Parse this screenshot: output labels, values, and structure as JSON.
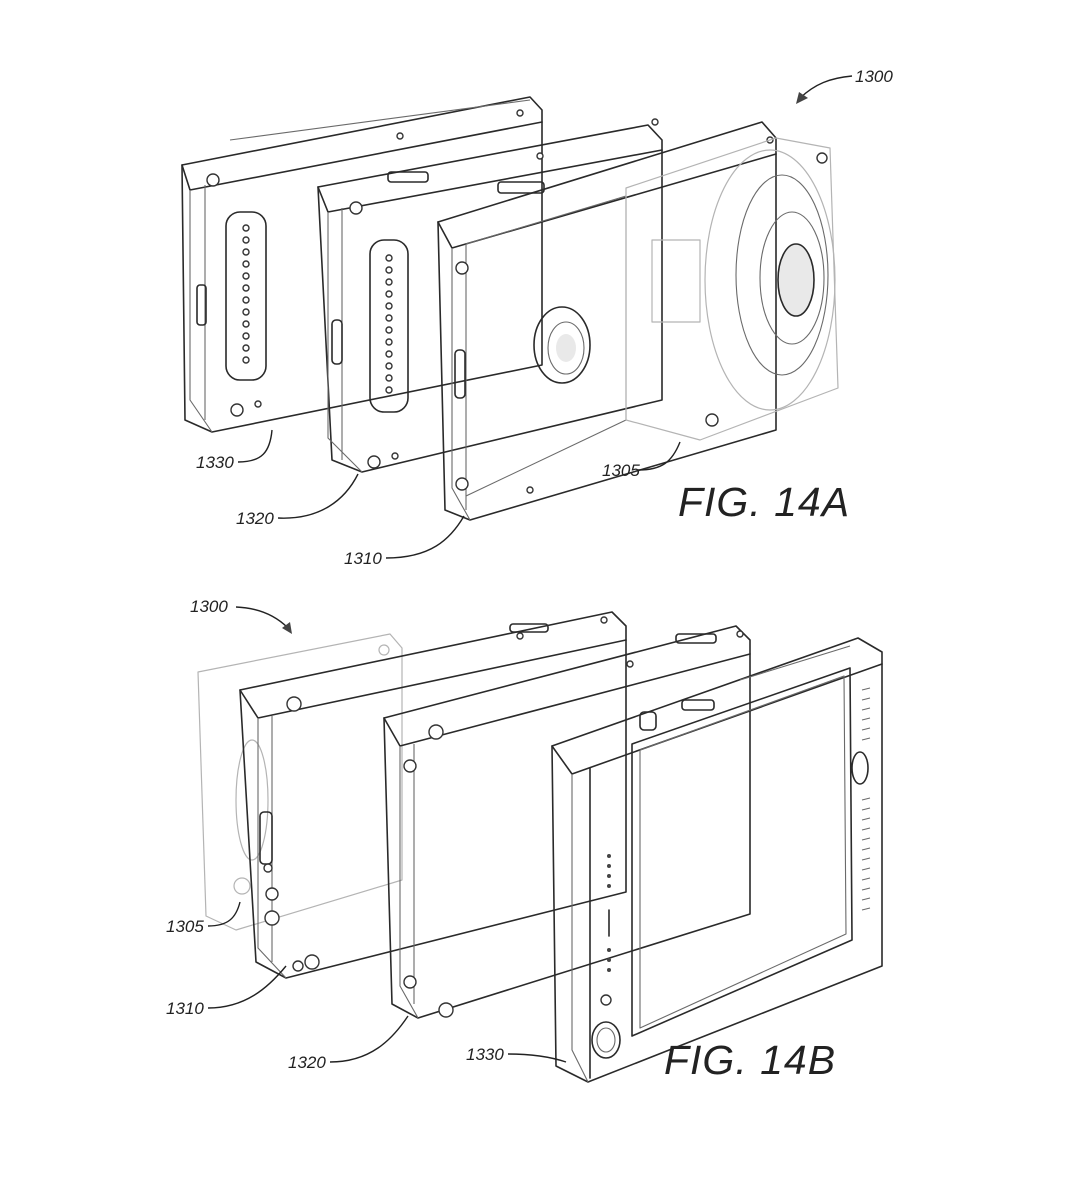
{
  "figure_a": {
    "title": "FIG. 14A",
    "refs": {
      "assembly": "1300",
      "camera_module": "1305",
      "module_1310": "1310",
      "module_1320": "1320",
      "module_1330": "1330"
    }
  },
  "figure_b": {
    "title": "FIG. 14B",
    "refs": {
      "assembly": "1300",
      "camera_module": "1305",
      "module_1310": "1310",
      "module_1320": "1320",
      "module_1330": "1330"
    }
  }
}
